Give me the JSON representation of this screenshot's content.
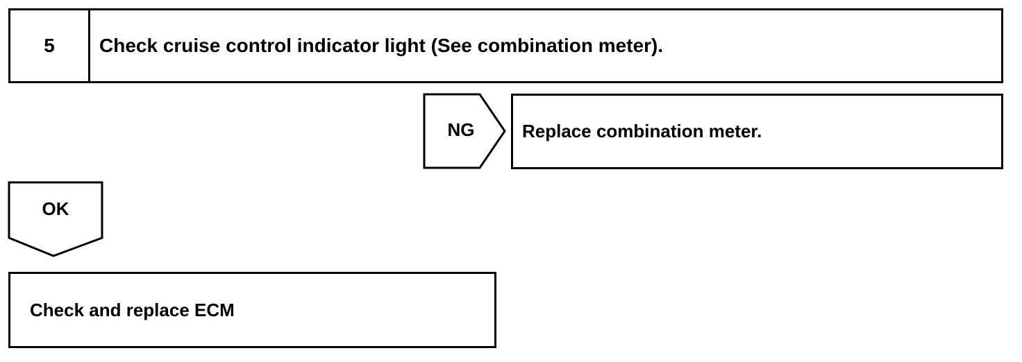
{
  "step": {
    "number": "5",
    "title": "Check cruise control indicator light (See combination meter)."
  },
  "ng_branch": {
    "label": "NG",
    "action": "Replace combination meter."
  },
  "ok_branch": {
    "label": "OK",
    "action": "Check and replace ECM"
  }
}
